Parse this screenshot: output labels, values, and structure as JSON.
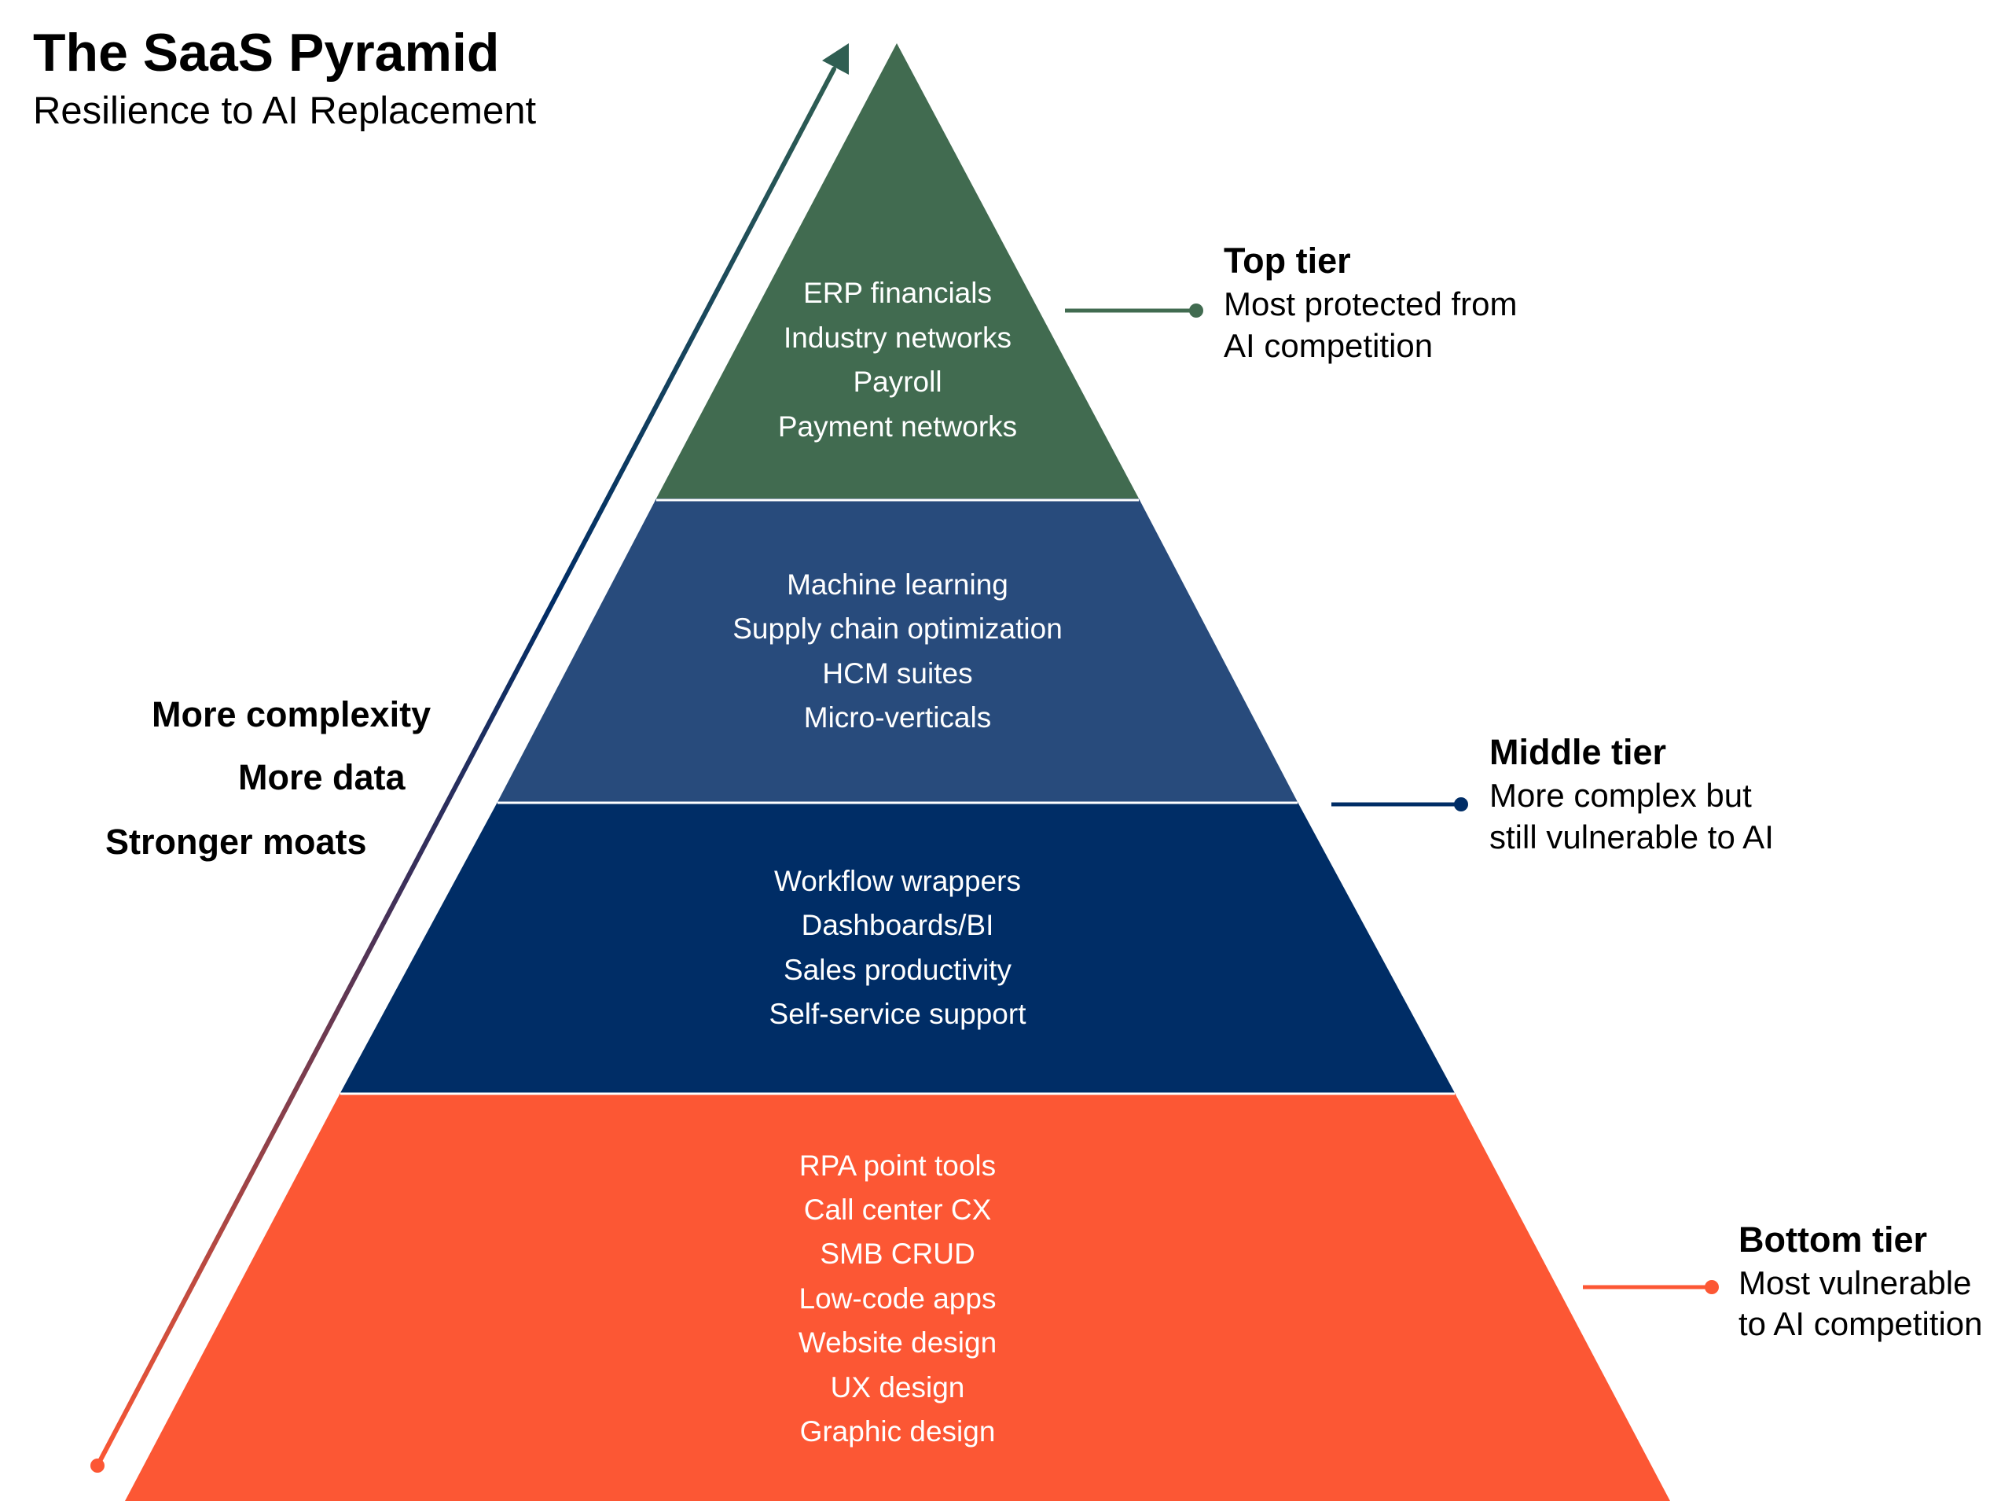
{
  "title": "The SaaS Pyramid",
  "subtitle": "Resilience to AI Replacement",
  "colors": {
    "top": "#416b50",
    "middle": "#284b7c",
    "lower_middle": "#002d66",
    "bottom": "#fc5734"
  },
  "tiers": [
    {
      "id": "top",
      "items": [
        "ERP financials",
        "Industry networks",
        "Payroll",
        "Payment networks"
      ]
    },
    {
      "id": "upper-middle",
      "items": [
        "Machine learning",
        "Supply chain optimization",
        "HCM suites",
        "Micro-verticals"
      ]
    },
    {
      "id": "lower-middle",
      "items": [
        "Workflow wrappers",
        "Dashboards/BI",
        "Sales productivity",
        "Self-service support"
      ]
    },
    {
      "id": "bottom",
      "items": [
        "RPA point tools",
        "Call center CX",
        "SMB CRUD",
        "Low-code apps",
        "Website design",
        "UX design",
        "Graphic design"
      ]
    }
  ],
  "callouts": {
    "top": {
      "heading": "Top tier",
      "lines": [
        "Most protected from",
        "AI competition"
      ]
    },
    "middle": {
      "heading": "Middle tier",
      "lines": [
        "More complex but",
        "still vulnerable to AI"
      ]
    },
    "bottom": {
      "heading": "Bottom tier",
      "lines": [
        "Most vulnerable",
        "to AI competition"
      ]
    }
  },
  "arrow_labels": [
    "More complexity",
    "More data",
    "Stronger moats"
  ]
}
